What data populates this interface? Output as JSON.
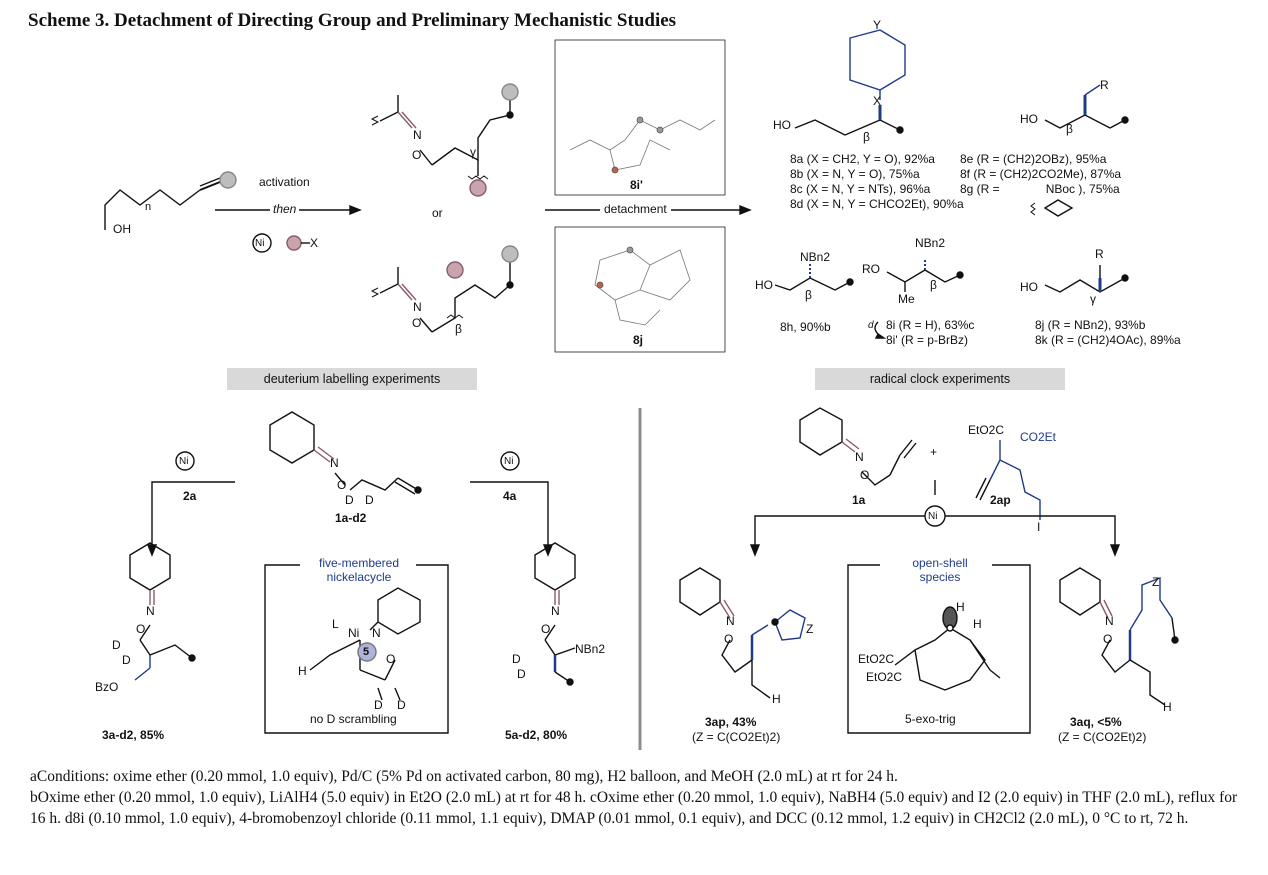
{
  "title": "Scheme 3. Detachment of Directing Group and Preliminary Mechanistic Studies",
  "top": {
    "substrate_oh": "OH",
    "substrate_n": "n",
    "activation": "activation",
    "then": "then",
    "ni": "Ni",
    "x": "X",
    "or": "or",
    "n_atom": "N",
    "o_atom": "O",
    "gamma": "γ",
    "beta": "β",
    "detachment": "detachment",
    "xray1": "8i'",
    "xray2": "8j"
  },
  "products": {
    "y": "Y",
    "x": "X",
    "ho": "HO",
    "beta": "β",
    "list_a": [
      "8a (X = CH2, Y = O), 92%a",
      "8b (X = N, Y = O), 75%a",
      "8c (X = N, Y = NTs), 96%a",
      "8d (X = N, Y = CHCO2Et), 90%a"
    ],
    "r": "R",
    "list_e": [
      "8e (R = (CH2)2OBz), 95%a",
      "8f (R = (CH2)2CO2Me), 87%a",
      "8g (R =",
      "NBoc ), 75%a"
    ],
    "nbn2": "NBn2",
    "h_label": "8h, 90%b",
    "ro": "RO",
    "me": "Me",
    "d": "d",
    "i_list": [
      "8i (R = H), 63%c",
      "8i' (R = p-BrBz)"
    ],
    "gamma": "γ",
    "j_list": [
      "8j (R = NBn2), 93%b",
      "8k (R = (CH2)4OAc), 89%a"
    ]
  },
  "deuterium": {
    "header": "deuterium labelling experiments",
    "sm_label": "1a-d2",
    "n": "N",
    "o": "O",
    "d": "D",
    "ni": "Ni",
    "left_reagent": "2a",
    "right_reagent": "4a",
    "box_title": [
      "five-membered",
      "nickelacycle"
    ],
    "box_l": "L",
    "box_ni": "Ni",
    "box_5": "5",
    "box_h": "H",
    "box_foot": "no D scrambling",
    "left_prod": "3a-d2, 85%",
    "bzo": "BzO",
    "right_prod": "5a-d2, 80%",
    "nbn2": "NBn2"
  },
  "radical": {
    "header": "radical clock experiments",
    "plus": "+",
    "sm1": "1a",
    "sm2": "2ap",
    "etooc1": "EtO2C",
    "co2et": "CO2Et",
    "i": "I",
    "ni": "Ni",
    "box_title": [
      "open-shell",
      "species"
    ],
    "box_foot": "5-exo-trig",
    "etooc_a": "EtO2C",
    "etooc_b": "EtO2C",
    "h": "H",
    "z": "Z",
    "left_prod": "3ap, 43%",
    "left_z": "(Z = C(CO2Et)2)",
    "right_prod": "3aq, <5%",
    "right_z": "(Z = C(CO2Et)2)"
  },
  "footnotes": [
    "aConditions: oxime ether (0.20 mmol, 1.0 equiv), Pd/C (5% Pd on activated carbon, 80 mg), H2 balloon, and MeOH (2.0 mL) at rt for 24 h.",
    "bOxime ether (0.20 mmol, 1.0 equiv), LiAlH4 (5.0 equiv) in Et2O (2.0 mL) at rt for 48 h. cOxime ether (0.20 mmol, 1.0 equiv), NaBH4 (5.0 equiv) and I2 (2.0 equiv) in THF (2.0 mL), reflux for 16 h. d8i (0.10 mmol, 1.0 equiv), 4-bromobenzoyl chloride (0.11 mmol, 1.1 equiv), DMAP (0.01 mmol, 0.1 equiv), and DCC (0.12 mmol, 1.2 equiv) in CH2Cl2 (2.0 mL), 0 °C to rt, 72 h."
  ],
  "colors": {
    "mauve": "#8a5a6e",
    "pink": "#c8a4ac",
    "blue": "#1f3a8a",
    "grey": "#bdbdbd",
    "divider": "#8c8c8c"
  }
}
